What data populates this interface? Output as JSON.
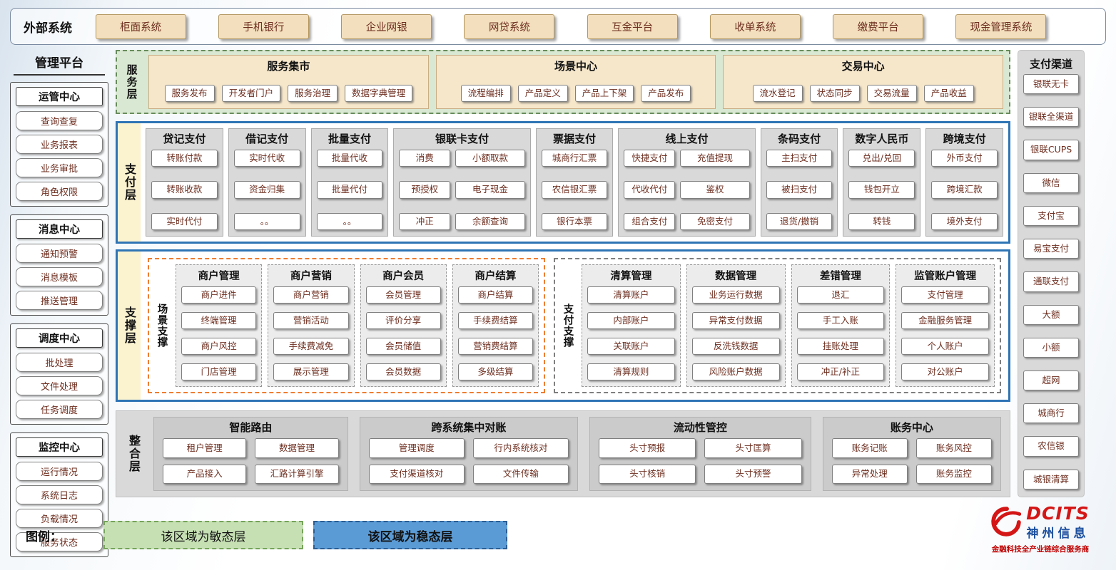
{
  "external_systems": {
    "label": "外部系统",
    "items": [
      "柜面系统",
      "手机银行",
      "企业网银",
      "网贷系统",
      "互金平台",
      "收单系统",
      "缴费平台",
      "现金管理系统"
    ]
  },
  "management": {
    "title": "管理平台",
    "sections": [
      {
        "title": "运管中心",
        "items": [
          "查询查复",
          "业务报表",
          "业务审批",
          "角色权限"
        ]
      },
      {
        "title": "消息中心",
        "items": [
          "通知预警",
          "消息模板",
          "推送管理"
        ]
      },
      {
        "title": "调度中心",
        "items": [
          "批处理",
          "文件处理",
          "任务调度"
        ]
      },
      {
        "title": "监控中心",
        "items": [
          "运行情况",
          "系统日志",
          "负载情况",
          "服务状态"
        ]
      }
    ]
  },
  "service_layer": {
    "label": "服务层",
    "groups": [
      {
        "title": "服务集市",
        "items": [
          "服务发布",
          "开发者门户",
          "服务治理",
          "数据字典管理"
        ]
      },
      {
        "title": "场景中心",
        "items": [
          "流程编排",
          "产品定义",
          "产品上下架",
          "产品发布"
        ]
      },
      {
        "title": "交易中心",
        "items": [
          "流水登记",
          "状态同步",
          "交易流量",
          "产品收益"
        ]
      }
    ]
  },
  "payment_layer": {
    "label": "支付层",
    "columns": [
      {
        "title": "贷记支付",
        "items": [
          "转账付款",
          "转账收款",
          "实时代付"
        ]
      },
      {
        "title": "借记支付",
        "items": [
          "实时代收",
          "资金归集",
          "。。"
        ]
      },
      {
        "title": "批量支付",
        "items": [
          "批量代收",
          "批量代付",
          "。。"
        ]
      },
      {
        "title": "银联卡支付",
        "items": [
          "消费",
          "小额取款",
          "预授权",
          "电子现金",
          "冲正",
          "余额查询"
        ]
      },
      {
        "title": "票据支付",
        "items": [
          "城商行汇票",
          "农信银汇票",
          "银行本票"
        ]
      },
      {
        "title": "线上支付",
        "items": [
          "快捷支付",
          "充值提现",
          "代收代付",
          "鉴权",
          "组合支付",
          "免密支付"
        ]
      },
      {
        "title": "条码支付",
        "items": [
          "主扫支付",
          "被扫支付",
          "退货/撤销"
        ]
      },
      {
        "title": "数字人民币",
        "items": [
          "兑出/兑回",
          "钱包开立",
          "转钱"
        ]
      },
      {
        "title": "跨境支付",
        "items": [
          "外币支付",
          "跨境汇款",
          "境外支付"
        ]
      }
    ]
  },
  "support_layer": {
    "label": "支撑层",
    "scene_support": {
      "label": "场景支撑",
      "columns": [
        {
          "title": "商户管理",
          "items": [
            "商户进件",
            "终端管理",
            "商户风控",
            "门店管理"
          ]
        },
        {
          "title": "商户营销",
          "items": [
            "商户营销",
            "营销活动",
            "手续费减免",
            "展示管理"
          ]
        },
        {
          "title": "商户会员",
          "items": [
            "会员管理",
            "评价分享",
            "会员储值",
            "会员数据"
          ]
        },
        {
          "title": "商户结算",
          "items": [
            "商户结算",
            "手续费结算",
            "营销费结算",
            "多级结算"
          ]
        }
      ]
    },
    "payment_support": {
      "label": "支付支撑",
      "columns": [
        {
          "title": "清算管理",
          "items": [
            "清算账户",
            "内部账户",
            "关联账户",
            "清算规则"
          ]
        },
        {
          "title": "数据管理",
          "items": [
            "业务运行数据",
            "异常支付数据",
            "反洗钱数据",
            "风险账户数据"
          ]
        },
        {
          "title": "差错管理",
          "items": [
            "退汇",
            "手工入账",
            "挂账处理",
            "冲正/补正"
          ]
        },
        {
          "title": "监管账户管理",
          "items": [
            "支付管理",
            "金融服务管理",
            "个人账户",
            "对公账户"
          ]
        }
      ]
    }
  },
  "integration_layer": {
    "label": "整合层",
    "groups": [
      {
        "title": "智能路由",
        "items": [
          "租户管理",
          "数据管理",
          "产品接入",
          "汇路计算引擎"
        ]
      },
      {
        "title": "跨系统集中对账",
        "items": [
          "管理调度",
          "行内系统核对",
          "支付渠道核对",
          "文件传输"
        ]
      },
      {
        "title": "流动性管控",
        "items": [
          "头寸预报",
          "头寸匡算",
          "头寸核销",
          "头寸预警"
        ]
      },
      {
        "title": "账务中心",
        "items": [
          "账务记账",
          "账务风控",
          "异常处理",
          "账务监控"
        ]
      }
    ]
  },
  "payment_channels": {
    "title": "支付渠道",
    "items": [
      "银联无卡",
      "银联全渠道",
      "银联CUPS",
      "微信",
      "支付宝",
      "易宝支付",
      "通联支付",
      "大额",
      "小额",
      "超网",
      "城商行",
      "农信银",
      "城银清算"
    ]
  },
  "legend": {
    "label": "图例：",
    "agile": "该区域为敏态层",
    "stable": "该区域为稳态层"
  },
  "logo": {
    "brand": "DCITS",
    "name": "神州信息",
    "tagline": "金融科技全产业链综合服务商"
  },
  "colors": {
    "accent_blue_border": "#2e74b5",
    "agile_green_bg": "#d9e8d2",
    "stable_panel_gray": "#d9d9d9",
    "tan_button": "#f3dfbd",
    "cream_label_strip": "#fbf2d0",
    "scene_orange_dashed": "#ed7d31",
    "legend_green": "#c6e0b4",
    "legend_blue": "#5b9bd5",
    "brand_red": "#d41616",
    "brand_blue": "#1a4e9e"
  }
}
